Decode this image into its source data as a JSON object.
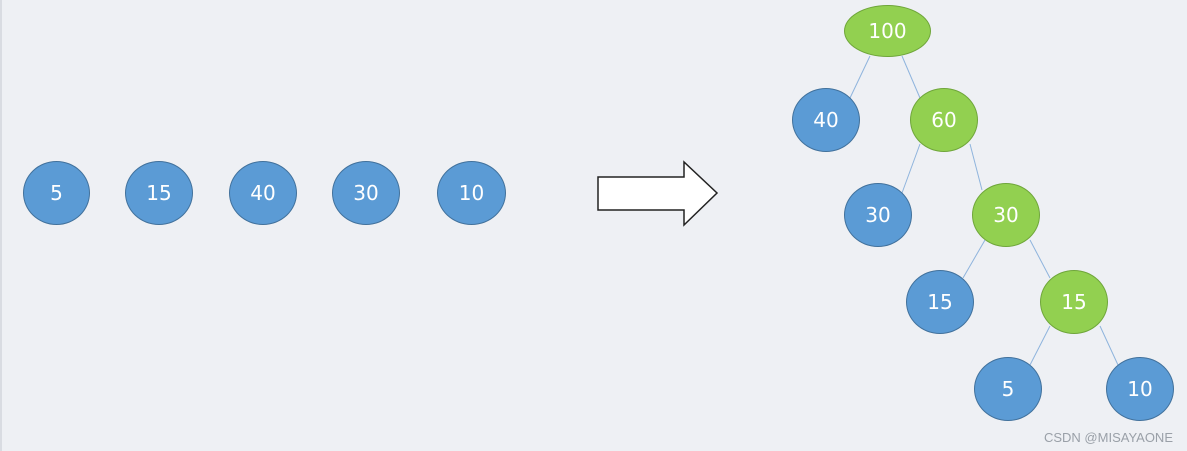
{
  "input_nodes": [
    "5",
    "15",
    "40",
    "30",
    "10"
  ],
  "tree": {
    "root": "100",
    "level1_leaf": "40",
    "level1_internal": "60",
    "level2_leaf": "30",
    "level2_internal": "30",
    "level3_leaf": "15",
    "level3_internal": "15",
    "level4_left_leaf": "5",
    "level4_right_leaf": "10"
  },
  "colors": {
    "leaf_fill": "#5b9bd5",
    "internal_fill": "#92d050",
    "edge": "#8fb4dd",
    "arrow_stroke": "#222222"
  },
  "watermark": "CSDN @MISAYAONE"
}
